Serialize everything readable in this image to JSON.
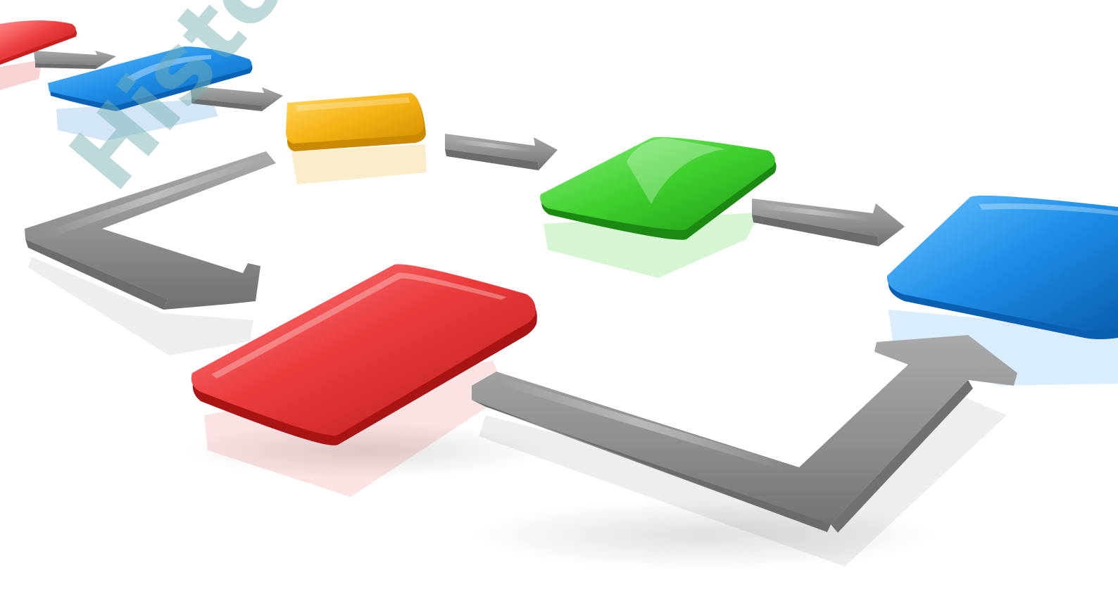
{
  "blocks": [
    {
      "id": "red-back",
      "color": "#e53a3a"
    },
    {
      "id": "blue-back",
      "color": "#1f8de6"
    },
    {
      "id": "yellow",
      "color": "#f6b416"
    },
    {
      "id": "green",
      "color": "#3fcf2e"
    },
    {
      "id": "blue-front",
      "color": "#1d93ec"
    },
    {
      "id": "red-front",
      "color": "#e23434"
    }
  ],
  "arrow_color": "#8f9091",
  "watermark": {
    "text": "Historical c"
  }
}
